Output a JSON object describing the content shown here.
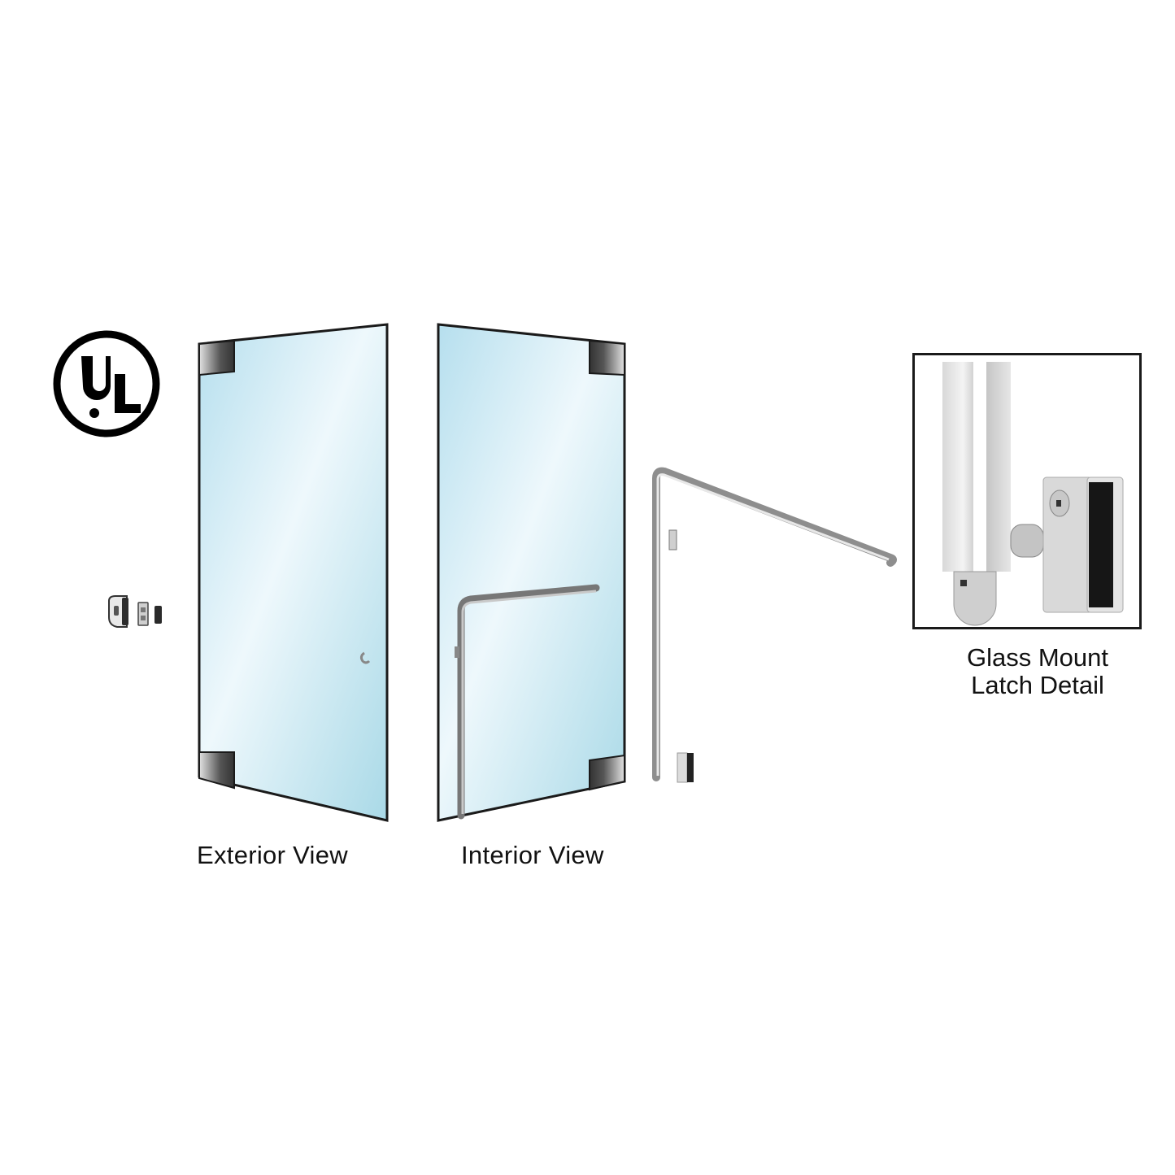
{
  "certification": {
    "mark": "UL",
    "mark_letters": [
      "U",
      "L"
    ]
  },
  "hardware_parts": {
    "items": [
      "latch-body",
      "strike-plate",
      "rubber-bumper"
    ]
  },
  "views": [
    {
      "id": "exterior",
      "label": "Exterior View"
    },
    {
      "id": "interior",
      "label": "Interior View"
    }
  ],
  "detail": {
    "line1": "Glass Mount",
    "line2": "Latch Detail"
  },
  "colors": {
    "glass_light": "#eaf6fb",
    "glass_mid": "#bfe3ef",
    "glass_dark": "#a7d8e6",
    "frame": "#1a1a1a",
    "patch_fitting_dark": "#3a3a3a",
    "stainless": "#b9b9b9"
  }
}
